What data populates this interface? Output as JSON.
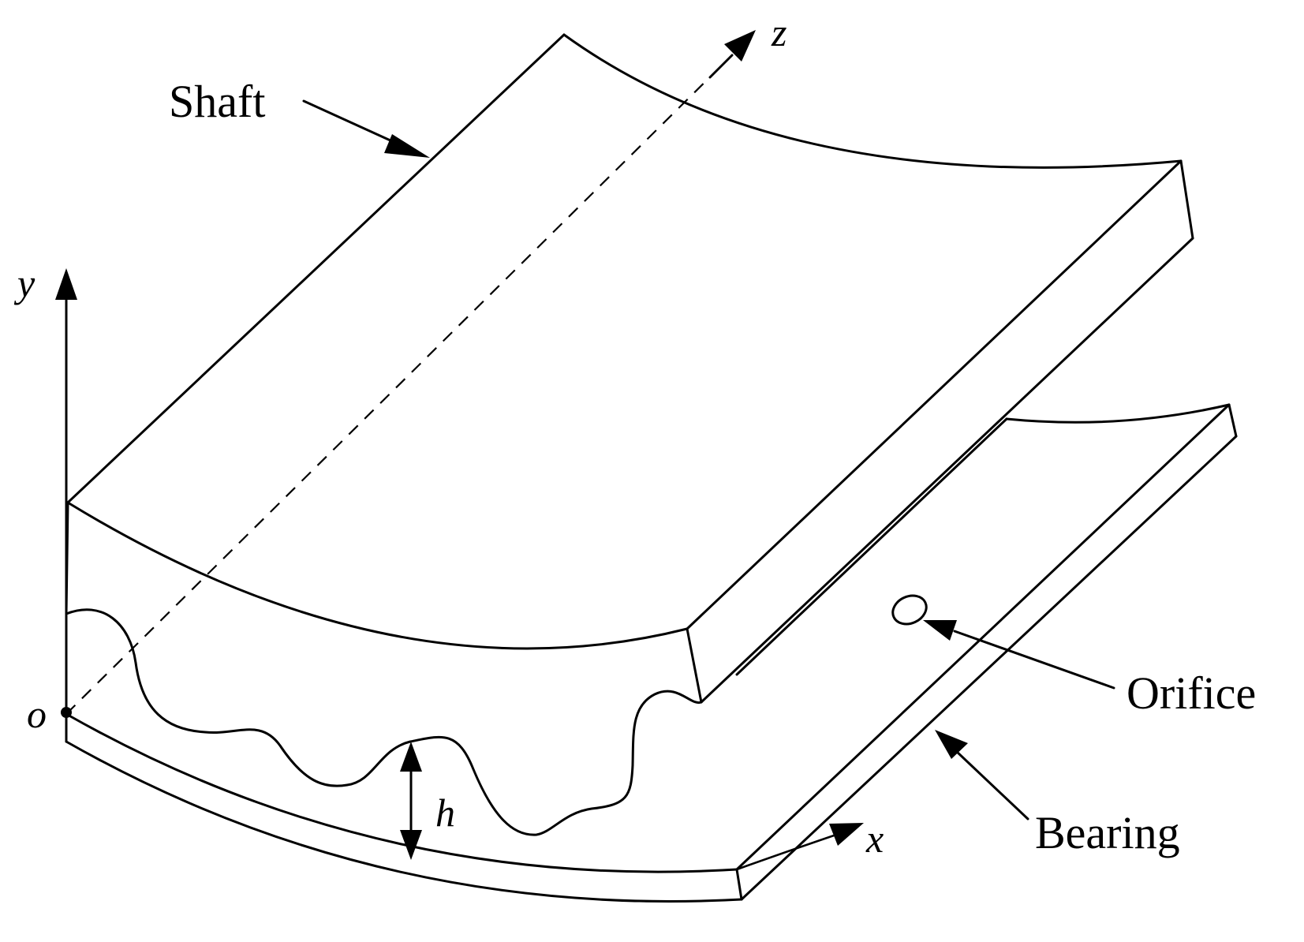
{
  "labels": {
    "shaft": "Shaft",
    "orifice": "Orifice",
    "bearing": "Bearing"
  },
  "axes": {
    "x": "x",
    "y": "y",
    "z": "z",
    "origin": "o",
    "film_thickness": "h"
  }
}
